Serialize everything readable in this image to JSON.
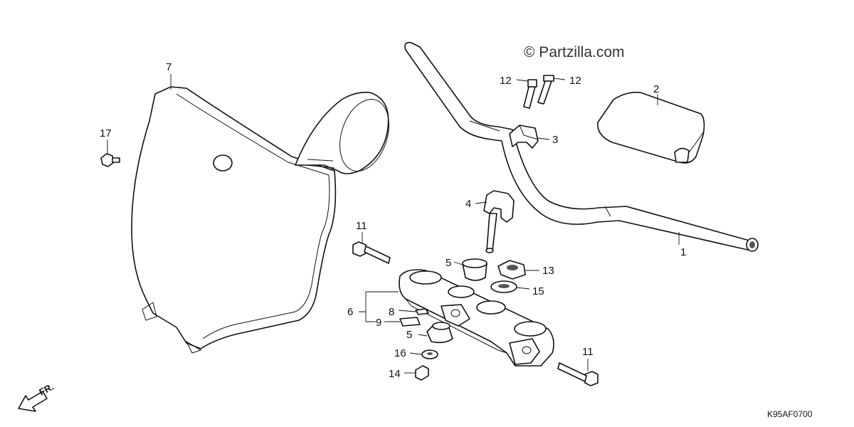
{
  "watermark": "© Partzilla.com",
  "diagram_code": "K95AF0700",
  "front_arrow_label": "FR.",
  "callouts": {
    "c1": "1",
    "c2": "2",
    "c3": "3",
    "c4": "4",
    "c5a": "5",
    "c5b": "5",
    "c6": "6",
    "c7": "7",
    "c8": "8",
    "c9": "9",
    "c11a": "11",
    "c11b": "11",
    "c12a": "12",
    "c12b": "12",
    "c13": "13",
    "c14": "14",
    "c15": "15",
    "c16": "16",
    "c17": "17"
  },
  "colors": {
    "line": "#111111",
    "background": "#ffffff"
  }
}
